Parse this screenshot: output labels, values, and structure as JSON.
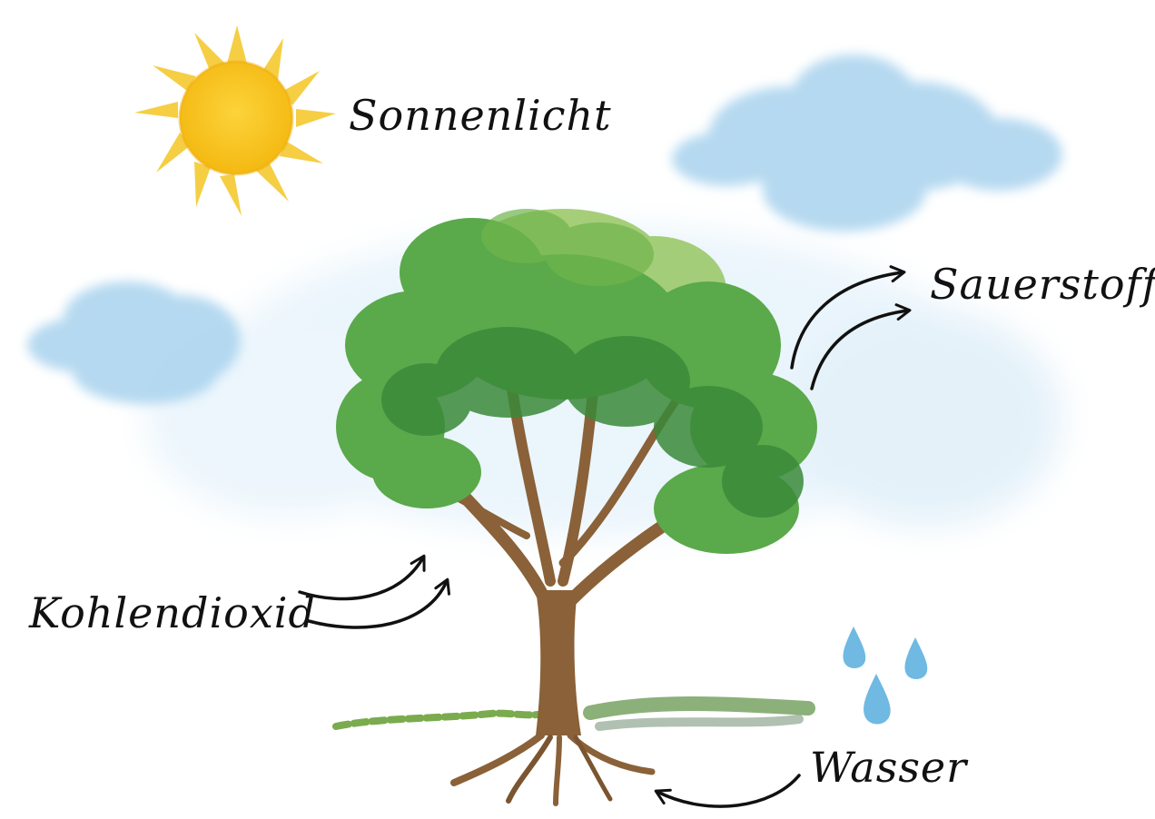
{
  "labels": {
    "sunlight": "Sonnenlicht",
    "oxygen": "Sauerstoff",
    "carbon_dioxide": "Kohlendioxid",
    "water": "Wasser"
  },
  "colors": {
    "sun": "#f7c21b",
    "sun_rays": "#f5cc3a",
    "cloud": "#a9d3ee",
    "sky_wash": "#e3f2fb",
    "foliage_dark": "#3b8a3a",
    "foliage_mid": "#5aa94a",
    "foliage_light": "#9cc96a",
    "trunk": "#8a6138",
    "grass": "#7aab4e",
    "water_drop": "#6fb9e3",
    "arrow": "#111111"
  }
}
